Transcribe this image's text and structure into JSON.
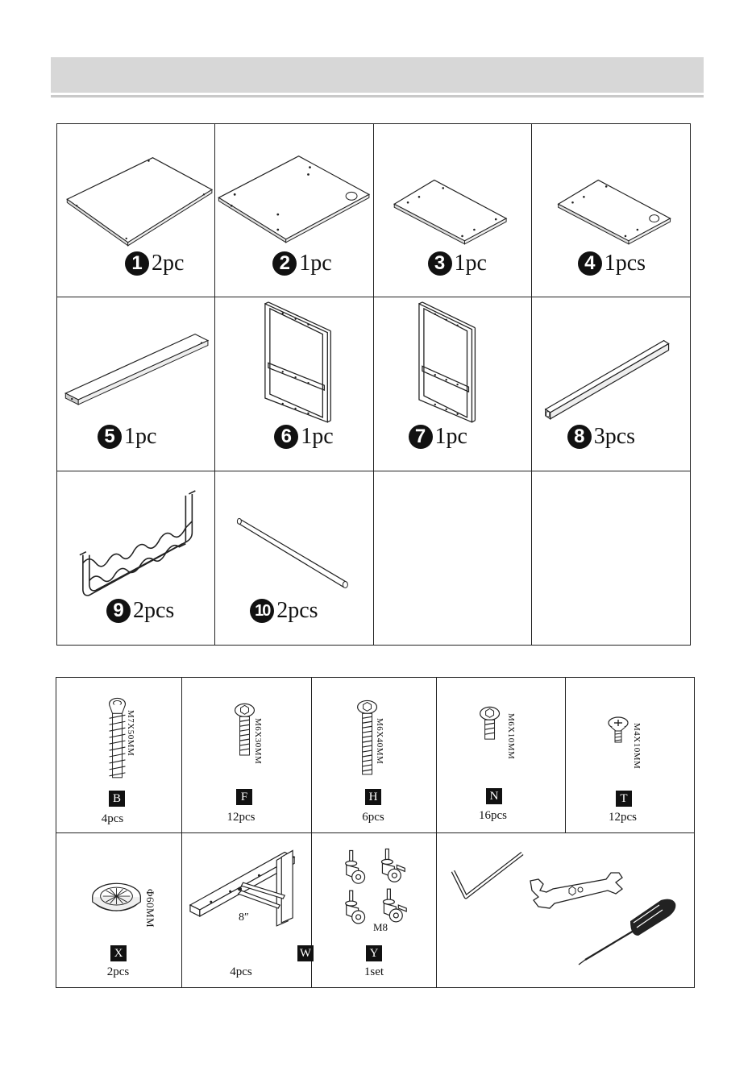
{
  "parts": [
    {
      "num": "1",
      "qty": "2pc",
      "icon": "large-panel-icon"
    },
    {
      "num": "2",
      "qty": "1pc",
      "icon": "large-panel-with-grommet-hole-icon"
    },
    {
      "num": "3",
      "qty": "1pc",
      "icon": "small-panel-icon"
    },
    {
      "num": "4",
      "qty": "1pcs",
      "icon": "small-panel-with-grommet-hole-icon"
    },
    {
      "num": "5",
      "qty": "1pc",
      "icon": "shelf-board-icon"
    },
    {
      "num": "6",
      "qty": "1pc",
      "icon": "side-frame-icon"
    },
    {
      "num": "7",
      "qty": "1pc",
      "icon": "side-frame-icon"
    },
    {
      "num": "8",
      "qty": "3pcs",
      "icon": "square-tube-bar-icon"
    },
    {
      "num": "9",
      "qty": "2pcs",
      "icon": "wavy-wire-rack-icon"
    },
    {
      "num": "10",
      "qty": "2pcs",
      "icon": "round-rod-icon"
    }
  ],
  "hardware": [
    {
      "code": "B",
      "qty": "4pcs",
      "size": "M7X50MM",
      "icon": "cam-bolt-icon"
    },
    {
      "code": "F",
      "qty": "12pcs",
      "size": "M6X30MM",
      "icon": "hex-socket-bolt-icon"
    },
    {
      "code": "H",
      "qty": "6pcs",
      "size": "M6X40MM",
      "icon": "hex-socket-bolt-icon"
    },
    {
      "code": "N",
      "qty": "16pcs",
      "size": "M6X10MM",
      "icon": "hex-socket-bolt-short-icon"
    },
    {
      "code": "T",
      "qty": "12pcs",
      "size": "M4X10MM",
      "icon": "phillips-screw-icon"
    },
    {
      "code": "X",
      "qty": "2pcs",
      "size": "Φ60MM",
      "icon": "cable-grommet-icon"
    },
    {
      "code": "W",
      "qty": "4pcs",
      "size": "8″",
      "icon": "folding-bracket-icon"
    },
    {
      "code": "Y",
      "qty": "1set",
      "size": "M8",
      "icon": "caster-wheels-icon"
    }
  ],
  "tools": [
    "allen-key-icon",
    "wrench-icon",
    "screwdriver-icon"
  ]
}
